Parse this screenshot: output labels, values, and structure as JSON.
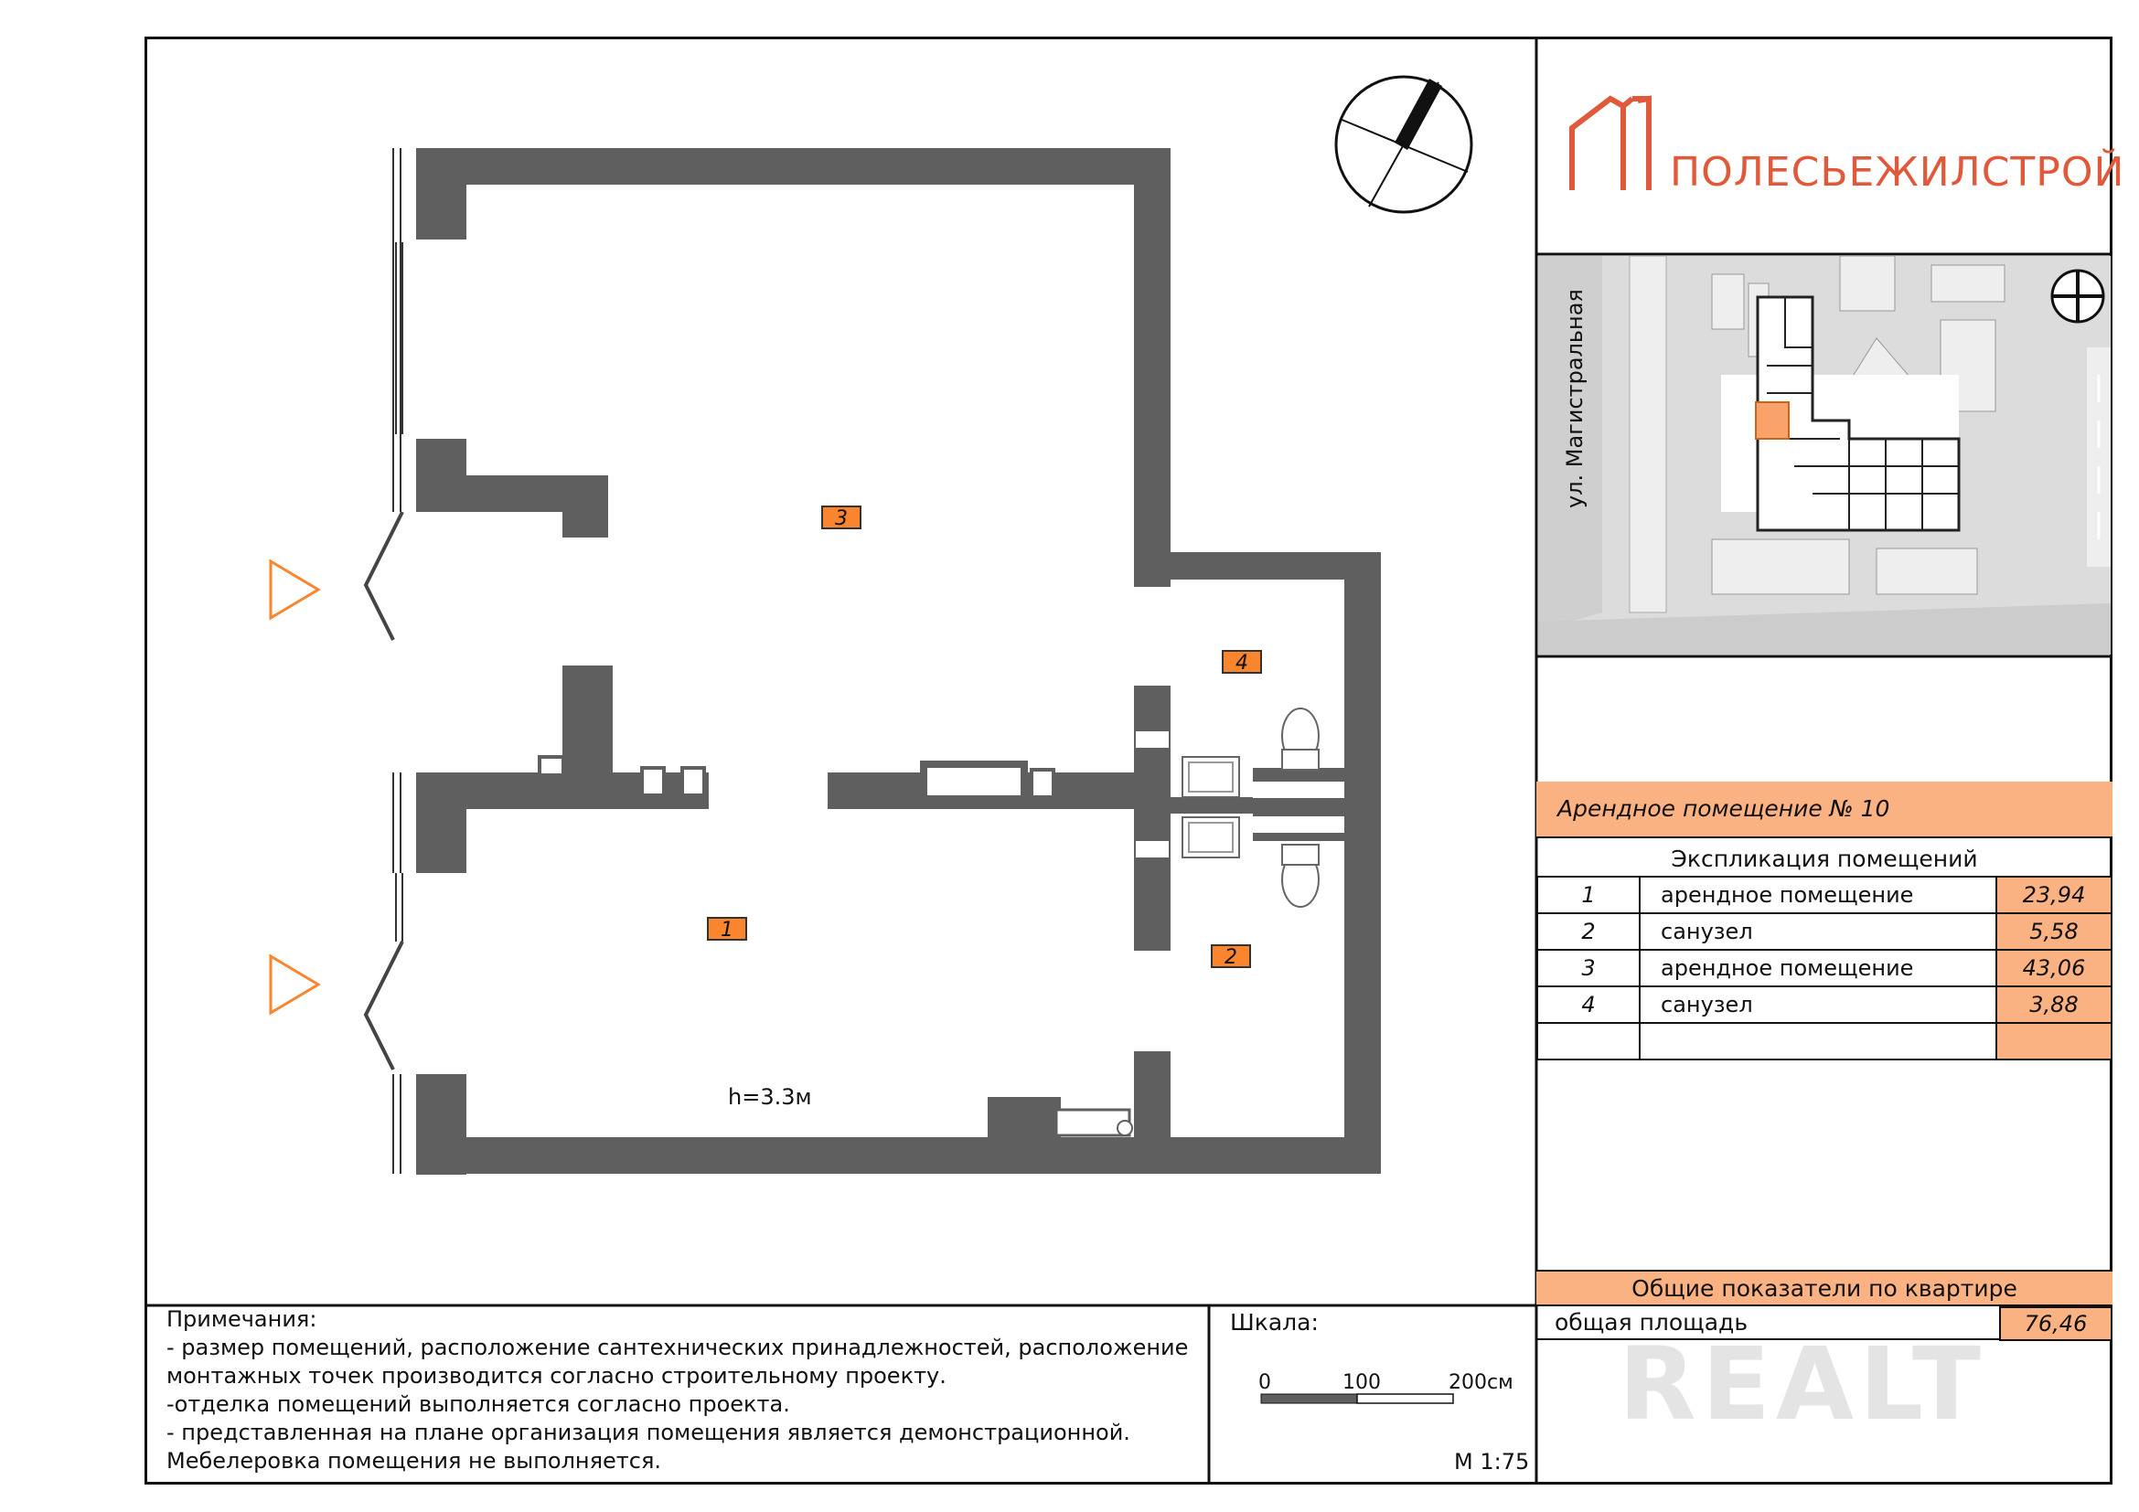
{
  "brand": {
    "name": "ПОЛЕСЬЕЖИЛСТРОЙ",
    "color": "#e0593a"
  },
  "accent_color": "#fbb282",
  "wall_color": "#5f5f5f",
  "unit": {
    "title": "Арендное помещение № 10"
  },
  "explication": {
    "header": "Экспликация помещений",
    "rows": [
      {
        "num": "1",
        "name": "арендное помещение",
        "area": "23,94"
      },
      {
        "num": "2",
        "name": "санузел",
        "area": "5,58"
      },
      {
        "num": "3",
        "name": "арендное помещение",
        "area": "43,06"
      },
      {
        "num": "4",
        "name": "санузел",
        "area": "3,88"
      },
      {
        "num": "",
        "name": "",
        "area": ""
      }
    ]
  },
  "summary": {
    "header": "Общие показатели по квартире",
    "label": "общая площадь",
    "value": "76,46"
  },
  "plan": {
    "rooms": [
      {
        "id": "1",
        "label": "1"
      },
      {
        "id": "2",
        "label": "2"
      },
      {
        "id": "3",
        "label": "3"
      },
      {
        "id": "4",
        "label": "4"
      }
    ],
    "height": "h=3.3м"
  },
  "site_map": {
    "street": "ул. Магистральная"
  },
  "notes": {
    "title": "Примечания:",
    "lines": [
      "- размер помещений, расположение сантехнических принадлежностей, расположение",
      "монтажных точек производится согласно строительному проекту.",
      "-отделка помещений выполняется согласно проекта.",
      "- представленная на плане организация помещения является демонстрационной.",
      "Мебелеровка помещения не выполняется."
    ]
  },
  "scale": {
    "title": "Шкала:",
    "tick0": "0",
    "tick1": "100",
    "tick2": "200см",
    "ratio": "М 1:75"
  },
  "watermark": "REALT"
}
